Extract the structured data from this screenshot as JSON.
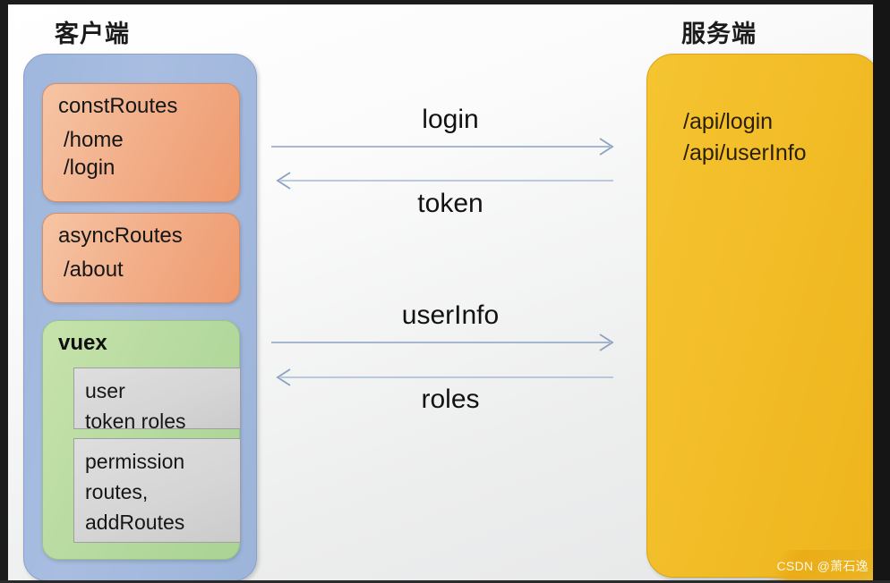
{
  "headings": {
    "client": "客户端",
    "server": "服务端"
  },
  "client": {
    "const_routes": {
      "title": "constRoutes",
      "routes": [
        "/home",
        "/login"
      ]
    },
    "async_routes": {
      "title": "asyncRoutes",
      "routes": [
        "/about"
      ]
    },
    "vuex": {
      "title": "vuex",
      "modules": [
        {
          "name": "user-module",
          "lines": [
            "user",
            "token    roles"
          ],
          "tokens": [
            "user",
            "token",
            "roles"
          ]
        },
        {
          "name": "permission-module",
          "lines": [
            "permission",
            "routes,",
            "addRoutes"
          ],
          "tokens": [
            "permission",
            "routes",
            "addRoutes"
          ]
        }
      ]
    }
  },
  "server": {
    "endpoints": [
      "/api/login",
      "/api/userInfo"
    ]
  },
  "flows": [
    {
      "label": "login",
      "direction": "right",
      "label_position": "above"
    },
    {
      "label": "token",
      "direction": "left",
      "label_position": "below"
    },
    {
      "label": "userInfo",
      "direction": "right",
      "label_position": "above"
    },
    {
      "label": "roles",
      "direction": "left",
      "label_position": "below"
    }
  ],
  "watermark": {
    "text": "CSDN @萧石逸"
  },
  "colors": {
    "client_container": "#a4baDE",
    "route_box": "#f0a87c",
    "vuex_box": "#b8dba2",
    "store_box": "#d6d6d6",
    "server_container": "#f2bd28",
    "arrow": "#8ba2c2",
    "watermark_bg": "#e9ac18"
  }
}
